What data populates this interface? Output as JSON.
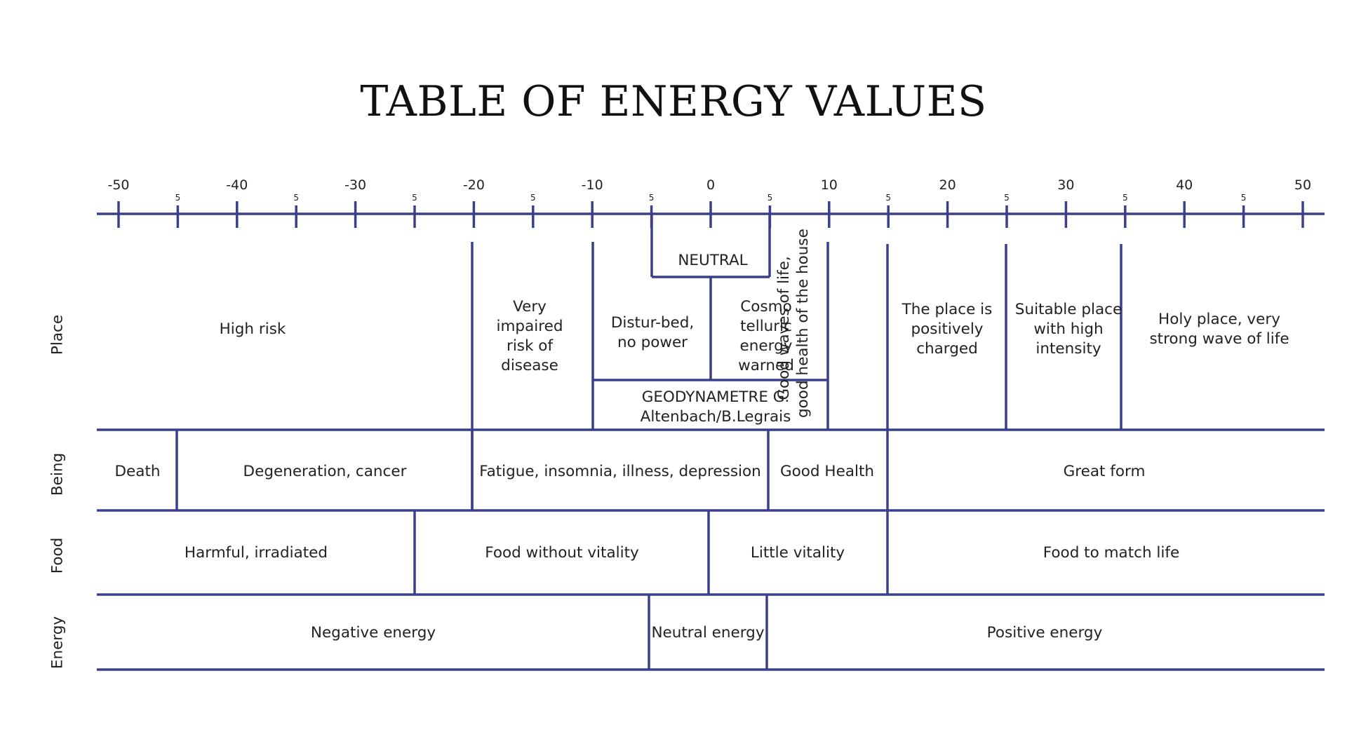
{
  "title": "TABLE OF ENERGY VALUES",
  "colors": {
    "line": "#3a3f8c",
    "text": "#222222"
  },
  "scale": {
    "major": [
      {
        "value": -50,
        "label": "-50"
      },
      {
        "value": -40,
        "label": "-40"
      },
      {
        "value": -30,
        "label": "-30"
      },
      {
        "value": -20,
        "label": "-20"
      },
      {
        "value": -10,
        "label": "-10"
      },
      {
        "value": 0,
        "label": "0"
      },
      {
        "value": 10,
        "label": "10"
      },
      {
        "value": 20,
        "label": "20"
      },
      {
        "value": 30,
        "label": "30"
      },
      {
        "value": 40,
        "label": "40"
      },
      {
        "value": 50,
        "label": "50"
      }
    ],
    "minor": [
      {
        "value": -45,
        "label": "5"
      },
      {
        "value": -35,
        "label": "5"
      },
      {
        "value": -25,
        "label": "5"
      },
      {
        "value": -15,
        "label": "5"
      },
      {
        "value": -5,
        "label": "5"
      },
      {
        "value": 5,
        "label": "5"
      },
      {
        "value": 15,
        "label": "5"
      },
      {
        "value": 25,
        "label": "5"
      },
      {
        "value": 35,
        "label": "5"
      },
      {
        "value": 45,
        "label": "5"
      }
    ]
  },
  "rows": {
    "place": {
      "label": "Place",
      "cells": {
        "high_risk": "High risk",
        "very_impaired": "Very impaired risk of disease",
        "neutral": "NEUTRAL",
        "disturbed": "Distur-bed, no power",
        "cosmo": "Cosmo telluric energy warned",
        "geodynametre": "GEODYNAMETRE G. Altenbach/B.Legrais",
        "good_waves": "Good waves of life, good health of the house",
        "positively_charged": "The place is positively charged",
        "suitable": "Suitable place with high intensity",
        "holy": "Holy place, very strong wave of life"
      }
    },
    "being": {
      "label": "Being",
      "cells": {
        "death": "Death",
        "degeneration": "Degeneration, cancer",
        "fatigue": "Fatigue, insomnia, illness, depression",
        "good_health": "Good Health",
        "great_form": "Great form"
      }
    },
    "food": {
      "label": "Food",
      "cells": {
        "harmful": "Harmful, irradiated",
        "without_vitality": "Food without vitality",
        "little_vitality": "Little vitality",
        "match_life": "Food to match life"
      }
    },
    "energy": {
      "label": "Energy",
      "cells": {
        "negative": "Negative energy",
        "neutral": "Neutral energy",
        "positive": "Positive energy"
      }
    }
  }
}
